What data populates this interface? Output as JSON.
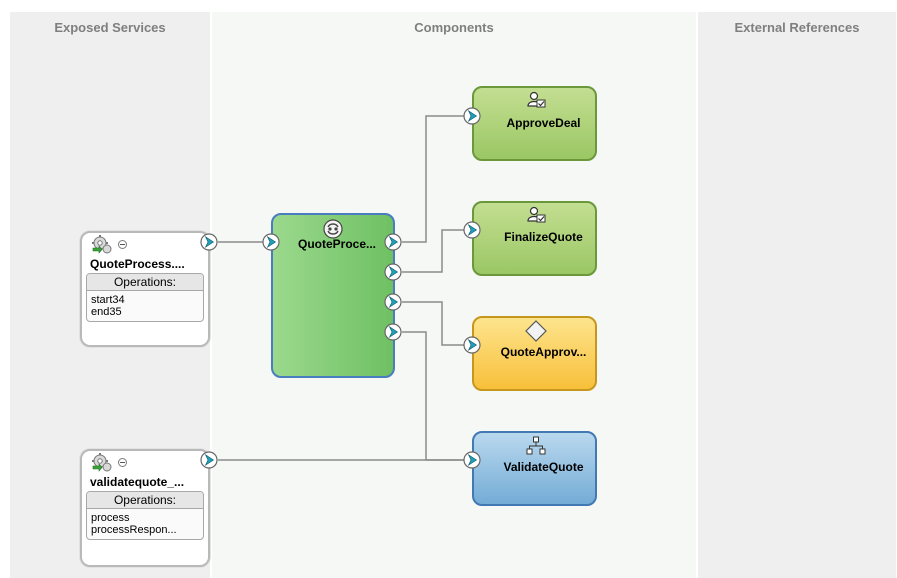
{
  "lanes": {
    "services": "Exposed Services",
    "components": "Components",
    "references": "External References"
  },
  "services": [
    {
      "name": "QuoteProcess....",
      "ops_header": "Operations:",
      "ops": "start34\nend35",
      "icon": "gear-icon"
    },
    {
      "name": "validatequote_...",
      "ops_header": "Operations:",
      "ops": "process\nprocessRespon...",
      "icon": "gear-icon"
    }
  ],
  "components": {
    "quote_process": {
      "label": "QuoteProce...",
      "icon": "bpel-process-icon",
      "color": "#7ec870"
    },
    "approve_deal": {
      "label": "ApproveDeal",
      "icon": "human-task-icon",
      "color": "#aed27a"
    },
    "finalize_quote": {
      "label": "FinalizeQuote",
      "icon": "human-task-icon",
      "color": "#aed27a"
    },
    "quote_approval": {
      "label": "QuoteApprov...",
      "icon": "business-rule-icon",
      "color": "#fbd15c"
    },
    "validate_quote": {
      "label": "ValidateQuote",
      "icon": "mediator-icon",
      "color": "#96c3e4"
    }
  },
  "colors": {
    "port": "#1f9fb8",
    "wire": "#8a8a8a"
  }
}
